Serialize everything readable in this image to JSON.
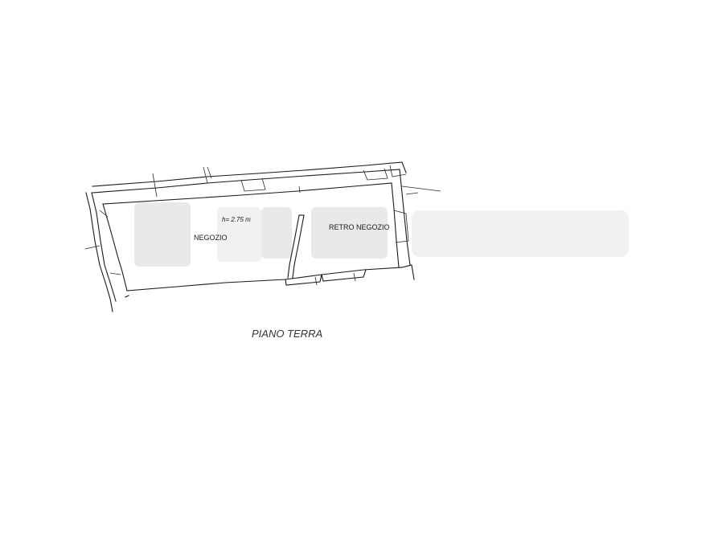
{
  "plan": {
    "rooms": [
      {
        "label": "NEGOZIO"
      },
      {
        "label": "RETRO NEGOZIO"
      }
    ],
    "height_label": "h= 2.75 m",
    "floor_title": "PIANO TERRA"
  }
}
